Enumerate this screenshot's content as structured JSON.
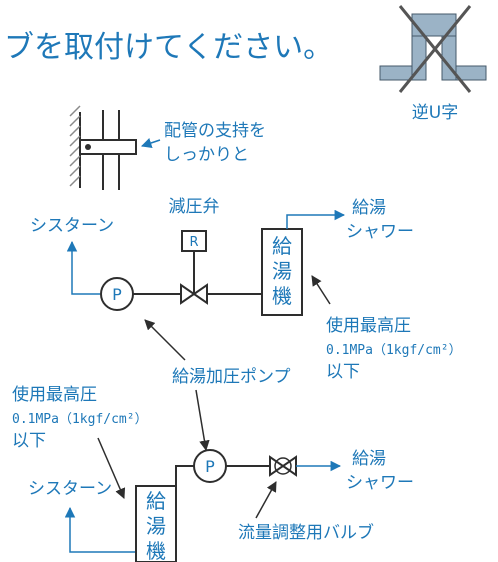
{
  "header": {
    "text": "ブを取付けてください。"
  },
  "badge": {
    "text": "逆U字"
  },
  "support_note": {
    "line1": "配管の支持を",
    "line2": "しっかりと"
  },
  "upper": {
    "source": "シスターン",
    "pump_letter": "P",
    "valve_letter": "R",
    "valve_label": "減圧弁",
    "heater_chars": [
      "給",
      "湯",
      "機"
    ],
    "outlet_line1": "給湯",
    "outlet_line2": "シャワー",
    "pressure_title": "使用最高圧",
    "pressure_value": "0.1MPa（1kgf/cm²）",
    "pressure_tail": "以下"
  },
  "pump_label": "給湯加圧ポンプ",
  "lower": {
    "pressure_title": "使用最高圧",
    "pressure_value": "0.1MPa（1kgf/cm²）",
    "pressure_tail": "以下",
    "source": "シスターン",
    "heater_chars": [
      "給",
      "湯",
      "機"
    ],
    "pump_letter": "P",
    "outlet_line1": "給湯",
    "outlet_line2": "シャワー",
    "valve_label": "流量調整用バルブ"
  },
  "colors": {
    "accent": "#1e78b8",
    "line": "#2e2e2e",
    "hatch": "#8a8a8a"
  }
}
